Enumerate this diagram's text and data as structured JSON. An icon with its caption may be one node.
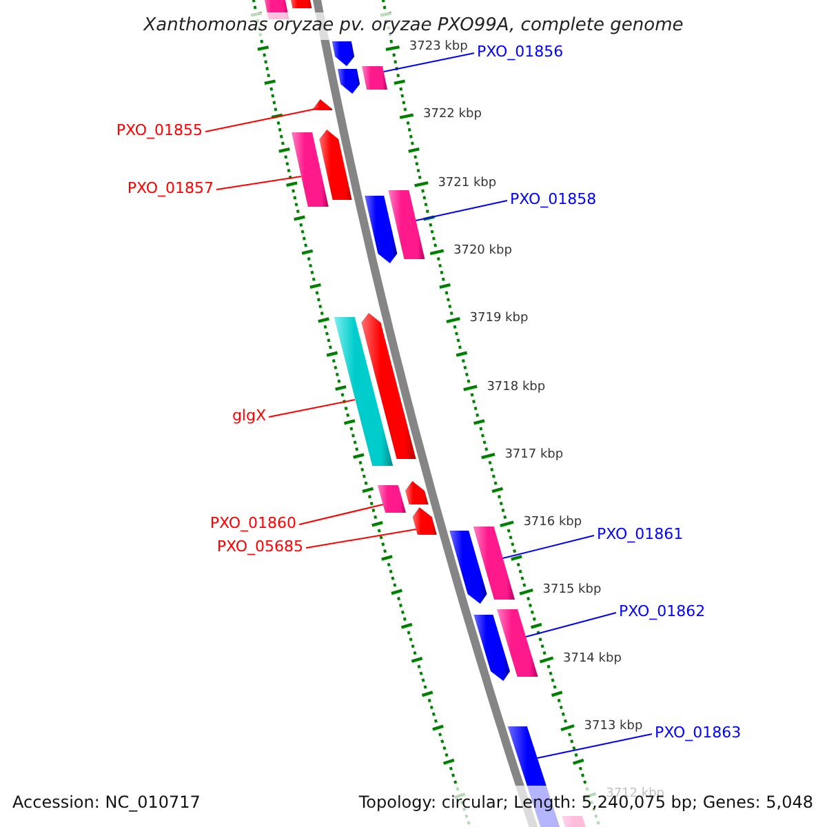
{
  "diagram": {
    "title": "Xanthomonas oryzae pv. oryzae PXO99A, complete genome",
    "nodes": [
      {
        "text": [],
        "shape": "bar"
      },
      {
        "text": [],
        "shape": "bar"
      },
      {
        "text": [],
        "shape": "bar"
      },
      {
        "text": [
          "PXO_01856"
        ]
      },
      {
        "text": [],
        "shape": "bar"
      },
      {
        "text": [],
        "shape": "bar"
      },
      {
        "text": [
          "PXO_01855"
        ]
      },
      {
        "text": [],
        "shape": "bar"
      },
      {
        "text": [
          "PXO_01857"
        ]
      },
      {
        "text": [],
        "shape": "bar"
      },
      {
        "text": [],
        "shape": "bar"
      },
      {
        "text": [
          "PXO_01858"
        ]
      },
      {
        "text": [],
        "shape": "bar"
      },
      {
        "text": [],
        "shape": "bar"
      },
      {
        "text": [
          "glgX"
        ]
      },
      {
        "text": [],
        "shape": "bar"
      },
      {
        "text": [],
        "shape": "bar"
      },
      {
        "text": [],
        "shape": "bar"
      },
      {
        "text": [
          "PXO_01860"
        ]
      },
      {
        "text": [],
        "shape": "bar"
      },
      {
        "text": [
          "PXO_05685"
        ]
      },
      {
        "text": [],
        "shape": "bar"
      },
      {
        "text": [
          "PXO_01861"
        ]
      },
      {
        "text": [],
        "shape": "bar"
      },
      {
        "text": [],
        "shape": "bar"
      },
      {
        "text": [
          "PXO_01862"
        ]
      },
      {
        "text": [],
        "shape": "bar"
      },
      {
        "text": [],
        "shape": "bar"
      },
      {
        "text": [
          "PXO_01863"
        ]
      },
      {
        "text": [],
        "shape": "bar"
      },
      {
        "text": [],
        "shape": "bar"
      }
    ],
    "edges": [
      {
        "from": 3,
        "to": 4,
        "arrow": "none",
        "color": "#0000ff"
      },
      {
        "from": 6,
        "to": 7,
        "arrow": "none",
        "color": "#ff0000"
      },
      {
        "from": 8,
        "to": 9,
        "arrow": "none",
        "color": "#ff0000"
      },
      {
        "from": 11,
        "to": 12,
        "arrow": "none",
        "color": "#0000ff"
      },
      {
        "from": 14,
        "to": 15,
        "arrow": "none",
        "color": "#ff0000"
      },
      {
        "from": 18,
        "to": 19,
        "arrow": "none",
        "color": "#ff0000"
      },
      {
        "from": 20,
        "to": 21,
        "arrow": "none",
        "color": "#ff0000"
      },
      {
        "from": 22,
        "to": 23,
        "arrow": "none",
        "color": "#0000ff"
      },
      {
        "from": 25,
        "to": 26,
        "arrow": "none",
        "color": "#0000ff"
      },
      {
        "from": 28,
        "to": 29,
        "arrow": "none",
        "color": "#0000ff"
      }
    ],
    "labels": [
      "3723 kbp",
      "3722 kbp",
      "3721 kbp",
      "3720 kbp",
      "3719 kbp",
      "3718 kbp",
      "3717 kbp",
      "3716 kbp",
      "3715 kbp",
      "3714 kbp",
      "3713 kbp",
      "3712 kbp",
      "Accession: NC_010717",
      "Topology: circular; Length: 5,240,075 bp; Genes: 5,048"
    ]
  }
}
